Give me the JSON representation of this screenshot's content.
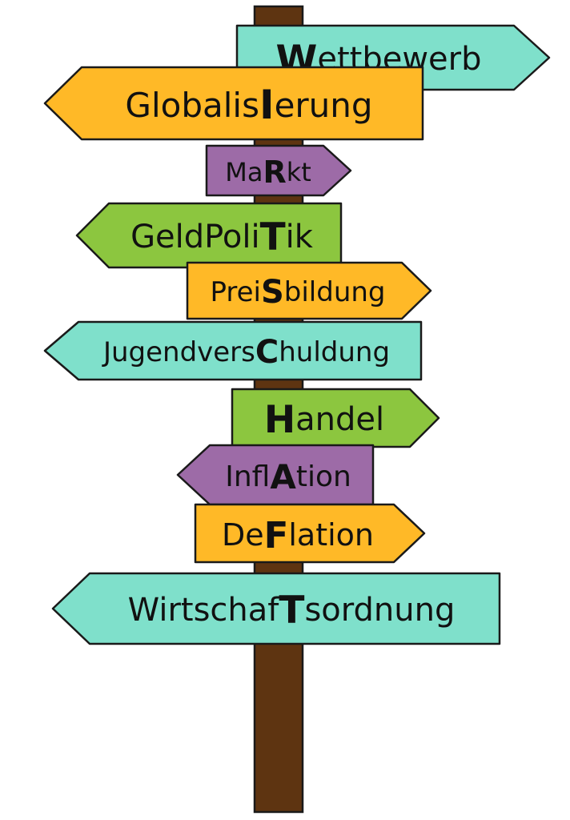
{
  "colors": {
    "post": "#5e3411",
    "outline": "#1a1a1a",
    "teal": "#7fe0cb",
    "orange": "#ffb927",
    "purple": "#9d6ba7",
    "green": "#8cc63f"
  },
  "signs": [
    {
      "id": "wettbewerb",
      "pre": "",
      "hl": "W",
      "post": "ettbewerb",
      "color": "teal",
      "direction": "right"
    },
    {
      "id": "globalisierung",
      "pre": "Globalis",
      "hl": "I",
      "post": "erung",
      "color": "orange",
      "direction": "left"
    },
    {
      "id": "markt",
      "pre": "Ma",
      "hl": "R",
      "post": "kt",
      "color": "purple",
      "direction": "right"
    },
    {
      "id": "geldpolitik",
      "pre": "GeldPoli",
      "hl": "T",
      "post": "ik",
      "color": "green",
      "direction": "left"
    },
    {
      "id": "preisbildung",
      "pre": "Prei",
      "hl": "S",
      "post": "bildung",
      "color": "orange",
      "direction": "right"
    },
    {
      "id": "jugendverschuldung",
      "pre": "Jugendvers",
      "hl": "C",
      "post": "huldung",
      "color": "teal",
      "direction": "left"
    },
    {
      "id": "handel",
      "pre": "",
      "hl": "H",
      "post": "andel",
      "color": "green",
      "direction": "right"
    },
    {
      "id": "inflation",
      "pre": "Infl",
      "hl": "A",
      "post": "tion",
      "color": "purple",
      "direction": "left"
    },
    {
      "id": "deflation",
      "pre": "De",
      "hl": "F",
      "post": "lation",
      "color": "orange",
      "direction": "right"
    },
    {
      "id": "wirtschaftsordnung",
      "pre": "Wirtschaf",
      "hl": "T",
      "post": "sordnung",
      "color": "teal",
      "direction": "left"
    }
  ]
}
